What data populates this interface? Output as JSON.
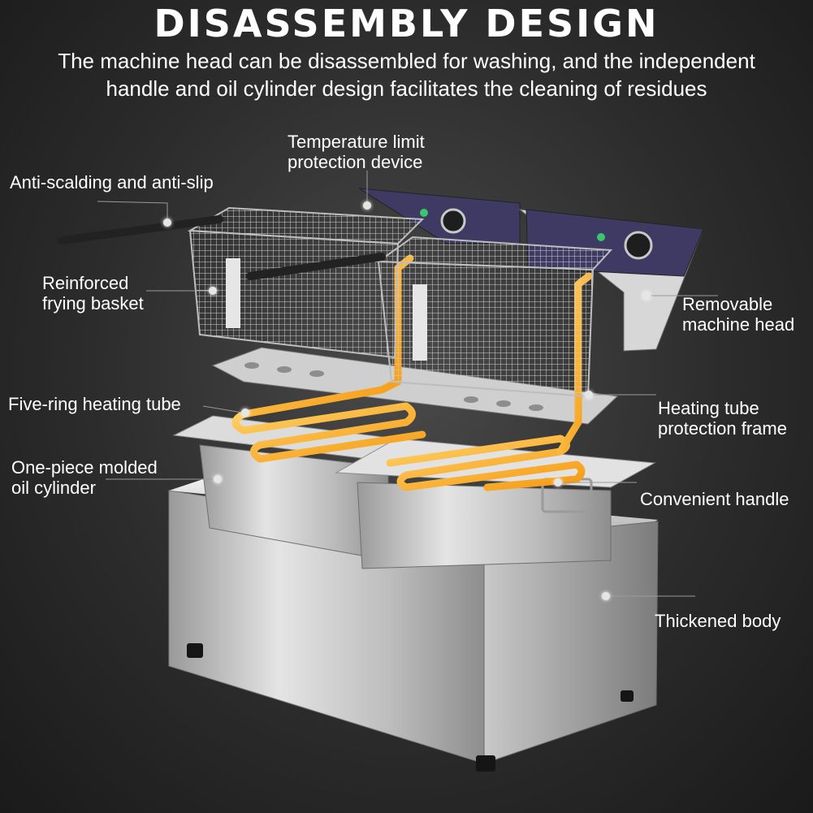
{
  "header": {
    "title": "DISASSEMBLY DESIGN",
    "subtitle_line1": "The machine head can be disassembled for washing, and the independent",
    "subtitle_line2": "handle and oil cylinder design facilitates the cleaning of residues"
  },
  "callouts": {
    "temperature_line1": "Temperature limit",
    "temperature_line2": "protection device",
    "anti_scalding": "Anti-scalding and anti-slip",
    "basket_line1": "Reinforced",
    "basket_line2": "frying basket",
    "machine_head_line1": "Removable",
    "machine_head_line2": "machine head",
    "heating_tube": "Five-ring heating tube",
    "frame_line1": "Heating tube",
    "frame_line2": "protection frame",
    "cylinder_line1": "One-piece molded",
    "cylinder_line2": "oil cylinder",
    "handle": "Convenient handle",
    "body": "Thickened body"
  },
  "colors": {
    "background": "#2c2c2c",
    "text": "#ffffff",
    "heating_tube": "#f5a623",
    "steel": "#c9c9c9",
    "control_panel": "#3f3a63"
  }
}
